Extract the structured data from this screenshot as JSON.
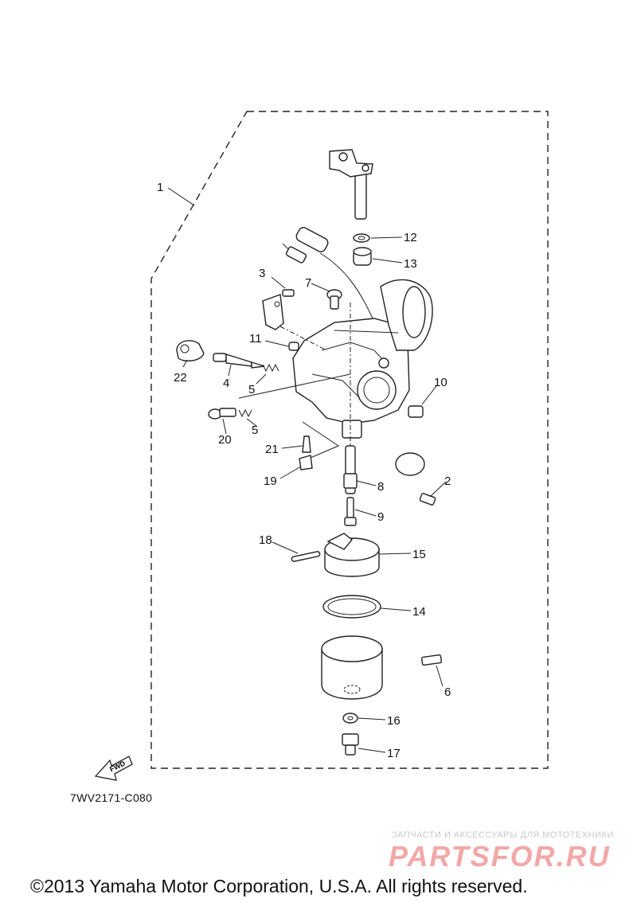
{
  "diagram": {
    "code": "7WV2171-C080",
    "fwd_label": "FWD",
    "callouts": [
      "1",
      "2",
      "3",
      "4",
      "5",
      "5",
      "6",
      "7",
      "8",
      "9",
      "10",
      "11",
      "12",
      "13",
      "14",
      "15",
      "16",
      "17",
      "18",
      "19",
      "20",
      "21",
      "22"
    ]
  },
  "watermark": {
    "tagline": "ЗАПЧАСТИ И АКСЕССУАРЫ ДЛЯ МОТОТЕХНИКИ",
    "brand": "PARTSFOR.RU"
  },
  "copyright": "©2013 Yamaha Motor Corporation, U.S.A. All rights reserved."
}
